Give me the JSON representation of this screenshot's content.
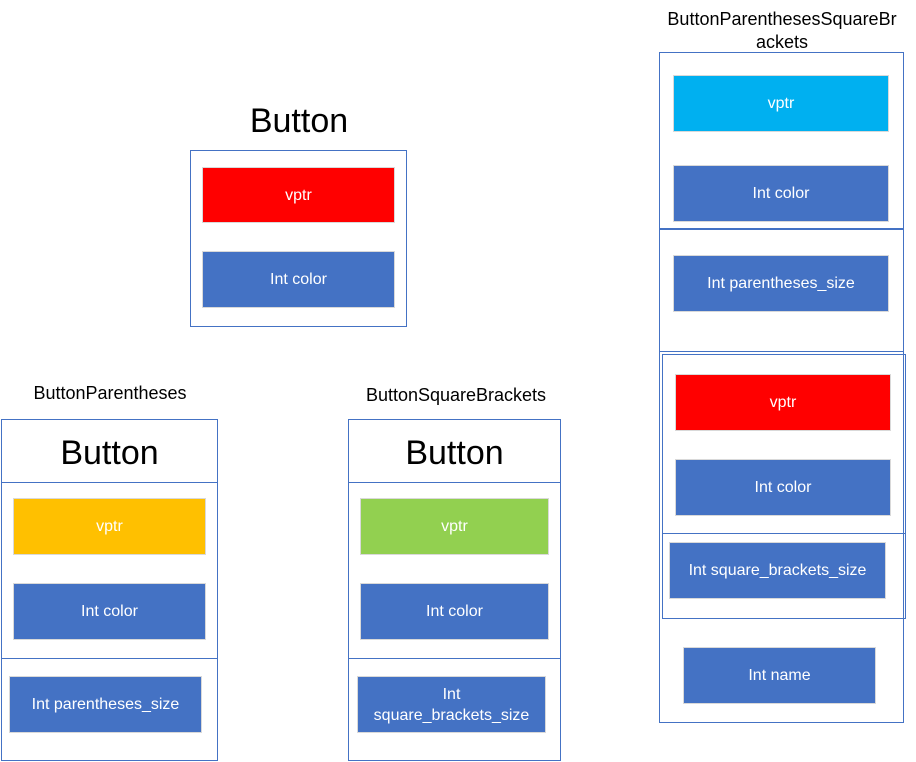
{
  "diagrams": {
    "button": {
      "title": "Button",
      "vptr": "vptr",
      "color": "Int color",
      "colors": {
        "vptr": "#ff0000",
        "field": "#4472c4"
      }
    },
    "button_parentheses": {
      "title": "ButtonParentheses",
      "base_title": "Button",
      "vptr": "vptr",
      "color": "Int color",
      "parentheses_size": "Int parentheses_size",
      "colors": {
        "vptr": "#ffc000",
        "field": "#4472c4"
      }
    },
    "button_square_brackets": {
      "title": "ButtonSquareBrackets",
      "base_title": "Button",
      "vptr": "vptr",
      "color": "Int color",
      "square_brackets_size_line1": "Int",
      "square_brackets_size_line2": "square_brackets_size",
      "colors": {
        "vptr": "#92d050",
        "field": "#4472c4"
      }
    },
    "button_parentheses_square_brackets": {
      "title_line1": "ButtonParenthesesSquareBr",
      "title_line2": "ackets",
      "vptr_1": "vptr",
      "color_1": "Int color",
      "parentheses_size": "Int parentheses_size",
      "vptr_2": "vptr",
      "color_2": "Int color",
      "square_brackets_size": "Int square_brackets_size",
      "name": "Int name",
      "colors": {
        "vptr_1": "#00b0f0",
        "vptr_2": "#ff0000",
        "field": "#4472c4"
      }
    }
  }
}
